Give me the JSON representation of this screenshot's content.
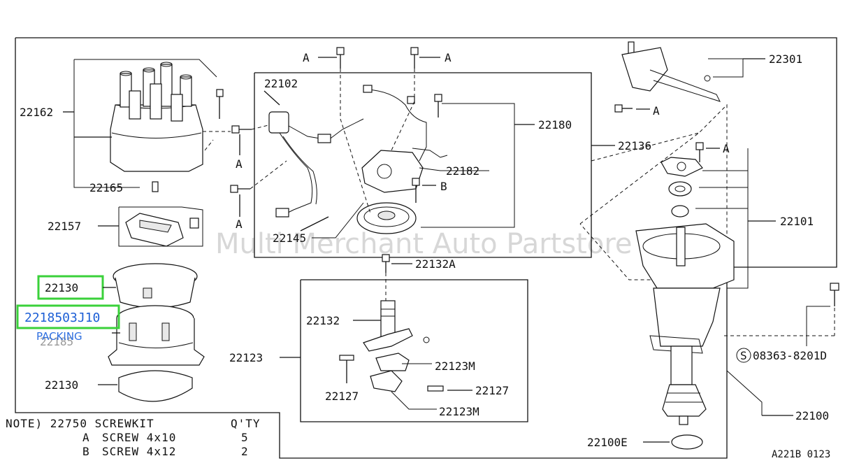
{
  "watermark": "Multi Merchant Auto Partstore",
  "diagram_code": "A221B 0123",
  "labels": {
    "p22162": "22162",
    "p22165": "22165",
    "p22157": "22157",
    "p22130_top": "22130",
    "p22130_bottom": "22130",
    "p2218503J10": "2218503J10",
    "packing": "PACKING",
    "p22185_hidden": "22185",
    "p22102": "22102",
    "p22145": "22145",
    "p22180": "22180",
    "p22182": "22182",
    "p22136": "22136",
    "p22301": "22301",
    "p22101": "22101",
    "p22132A": "22132A",
    "p22132": "22132",
    "p22123": "22123",
    "p22123M_a": "22123M",
    "p22123M_b": "22123M",
    "p22127_a": "22127",
    "p22127_b": "22127",
    "screw_code": "08363-8201D",
    "screw_symbol": "S",
    "p22100": "22100",
    "p22100E": "22100E",
    "letter_a": "A",
    "letter_b": "B"
  },
  "note": {
    "title": "NOTE) 22750 SCREWKIT",
    "qty_header": "Q'TY",
    "rows": [
      {
        "code": "A",
        "desc": "SCREW 4x10",
        "qty": "5"
      },
      {
        "code": "B",
        "desc": "SCREW 4x12",
        "qty": "2"
      }
    ]
  },
  "colors": {
    "highlight_box": "#3ad13a",
    "highlight_text": "#1d5fd6",
    "packing_text": "#2f6fe0"
  }
}
